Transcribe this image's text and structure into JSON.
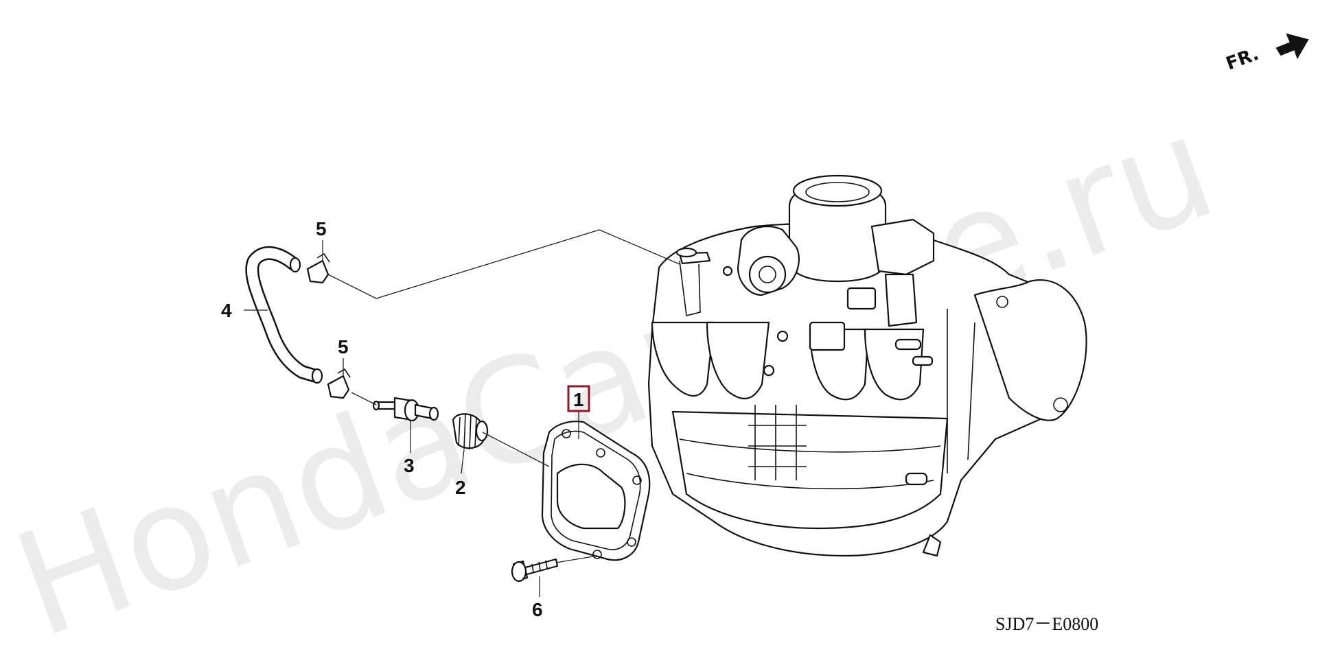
{
  "watermark": "HondaCarMine.ru",
  "direction_label": "FR.",
  "diagram_code": "SJD7－E0800",
  "callouts": [
    {
      "id": "1",
      "label": "1",
      "highlighted": true
    },
    {
      "id": "2",
      "label": "2"
    },
    {
      "id": "3",
      "label": "3"
    },
    {
      "id": "4",
      "label": "4"
    },
    {
      "id": "5a",
      "label": "5"
    },
    {
      "id": "5b",
      "label": "5"
    },
    {
      "id": "6",
      "label": "6"
    }
  ],
  "colors": {
    "highlight_box": "#8b1a2b",
    "line": "#111111",
    "watermark": "#ececec"
  }
}
